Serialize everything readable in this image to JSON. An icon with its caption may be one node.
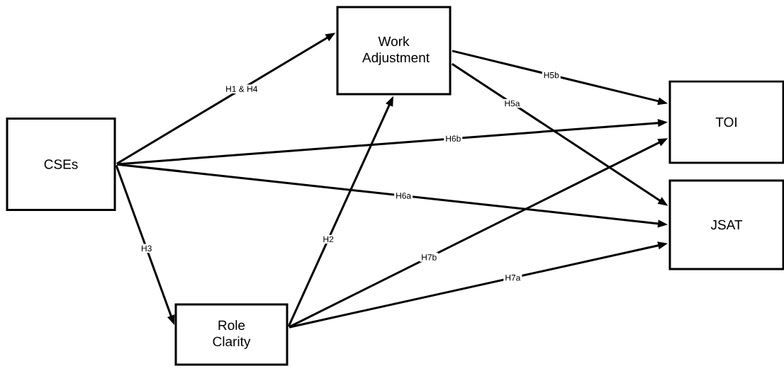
{
  "diagram": {
    "nodes": [
      {
        "text": [
          "CSEs"
        ]
      },
      {
        "text": [
          "Work Adjustment"
        ]
      },
      {
        "text": [
          "Role Clarity"
        ]
      },
      {
        "text": [
          "TOI"
        ]
      },
      {
        "text": [
          "JSAT"
        ]
      }
    ],
    "edges": [
      {
        "from": 0,
        "to": 1,
        "arrow": "to",
        "label": "H1 & H4"
      },
      {
        "from": 0,
        "to": 3,
        "arrow": "to",
        "label": "H6b"
      },
      {
        "from": 0,
        "to": 4,
        "arrow": "to",
        "label": "H6a"
      },
      {
        "from": 0,
        "to": 2,
        "arrow": "to",
        "label": "H3"
      },
      {
        "from": 2,
        "to": 1,
        "arrow": "to",
        "label": "H2"
      },
      {
        "from": 1,
        "to": 3,
        "arrow": "to",
        "label": "H5b"
      },
      {
        "from": 1,
        "to": 4,
        "arrow": "to",
        "label": "H5a"
      },
      {
        "from": 2,
        "to": 3,
        "arrow": "to",
        "label": "H7b"
      },
      {
        "from": 2,
        "to": 4,
        "arrow": "to",
        "label": "H7a"
      }
    ]
  }
}
